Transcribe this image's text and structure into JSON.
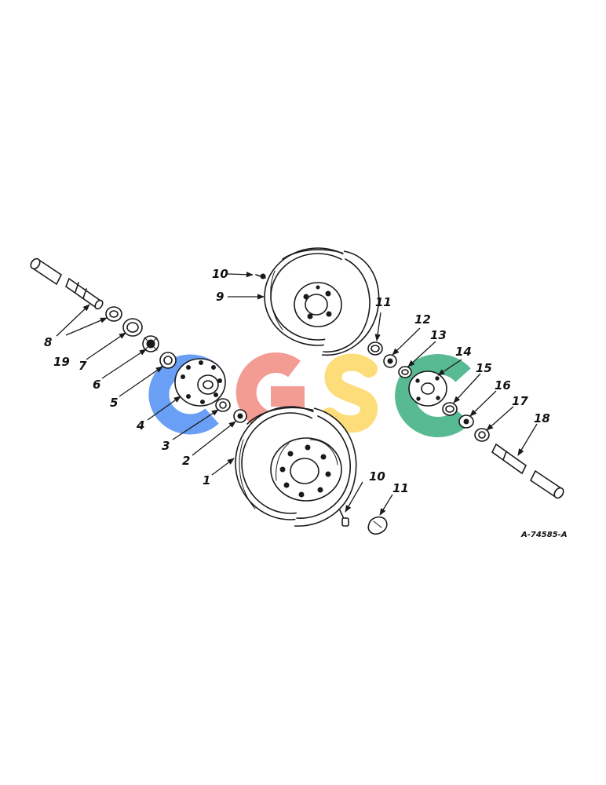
{
  "reference": "A-74585-A",
  "watermark": {
    "text": "CGSC",
    "colors": [
      "#4f8ff5",
      "#f28b82",
      "#fdd663",
      "#3cae80"
    ]
  },
  "callouts": [
    "1",
    "2",
    "3",
    "4",
    "5",
    "6",
    "7",
    "8",
    "9",
    "10",
    "10",
    "11",
    "11",
    "12",
    "13",
    "14",
    "15",
    "16",
    "17",
    "18",
    "19"
  ]
}
